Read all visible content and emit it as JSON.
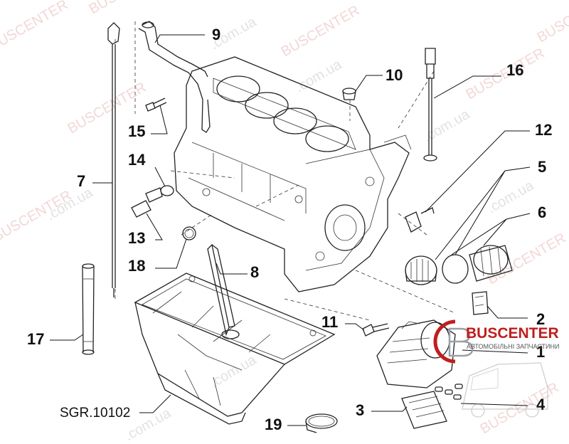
{
  "watermark": {
    "main": "BUSCENTER",
    "sub": ".com.ua"
  },
  "callouts": [
    "9",
    "10",
    "16",
    "15",
    "12",
    "7",
    "14",
    "5",
    "6",
    "13",
    "18",
    "8",
    "11",
    "2",
    "17",
    "1",
    "3",
    "4",
    "19"
  ],
  "reference": "SGR.10102",
  "logo": {
    "name": "BUSCENTER",
    "tagline": "АВТОМОБІЛЬНІ ЗАПЧАСТИНИ"
  },
  "colors": {
    "watermark": "#e9b7b7",
    "brand": "#c01d1d",
    "line": "#222222"
  }
}
